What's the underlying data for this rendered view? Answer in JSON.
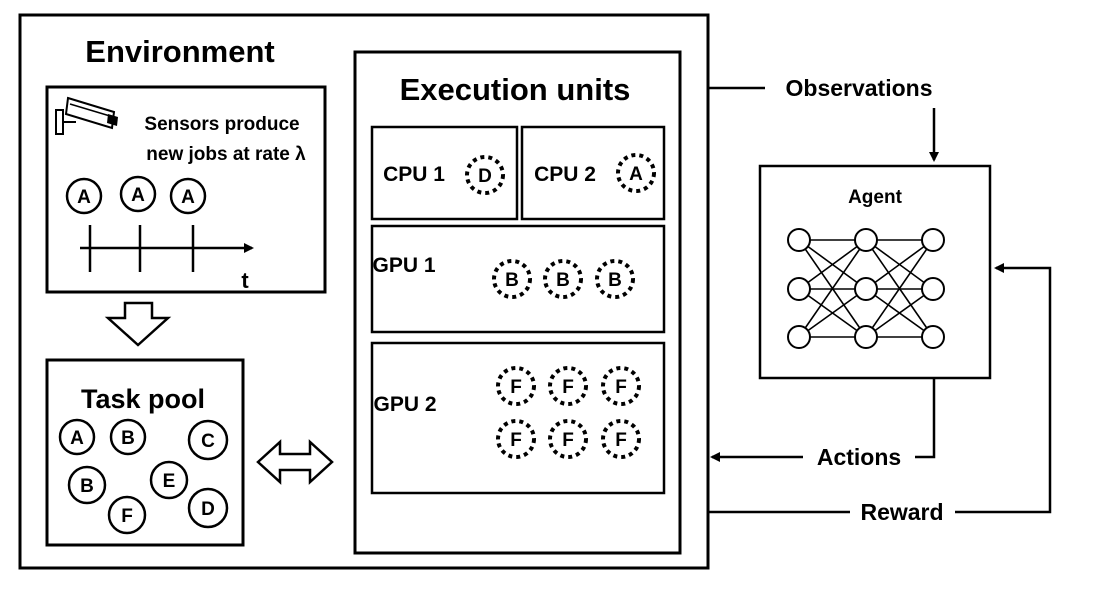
{
  "environment": {
    "title": "Environment",
    "sensors": {
      "text_line1": "Sensors produce",
      "text_line2": "new jobs at rate λ",
      "arrivals": [
        "A",
        "A",
        "A"
      ],
      "axis_label": "t"
    },
    "task_pool": {
      "title": "Task pool",
      "tasks": [
        "A",
        "B",
        "C",
        "B",
        "E",
        "F",
        "D"
      ]
    },
    "execution_units": {
      "title": "Execution units",
      "cpu1": {
        "label": "CPU 1",
        "jobs": [
          "D"
        ]
      },
      "cpu2": {
        "label": "CPU 2",
        "jobs": [
          "A"
        ]
      },
      "gpu1": {
        "label": "GPU 1",
        "jobs": [
          "B",
          "B",
          "B"
        ]
      },
      "gpu2": {
        "label": "GPU 2",
        "jobs": [
          "F",
          "F",
          "F",
          "F",
          "F",
          "F"
        ]
      }
    }
  },
  "agent": {
    "title": "Agent"
  },
  "flows": {
    "observations": "Observations",
    "actions": "Actions",
    "reward": "Reward"
  }
}
